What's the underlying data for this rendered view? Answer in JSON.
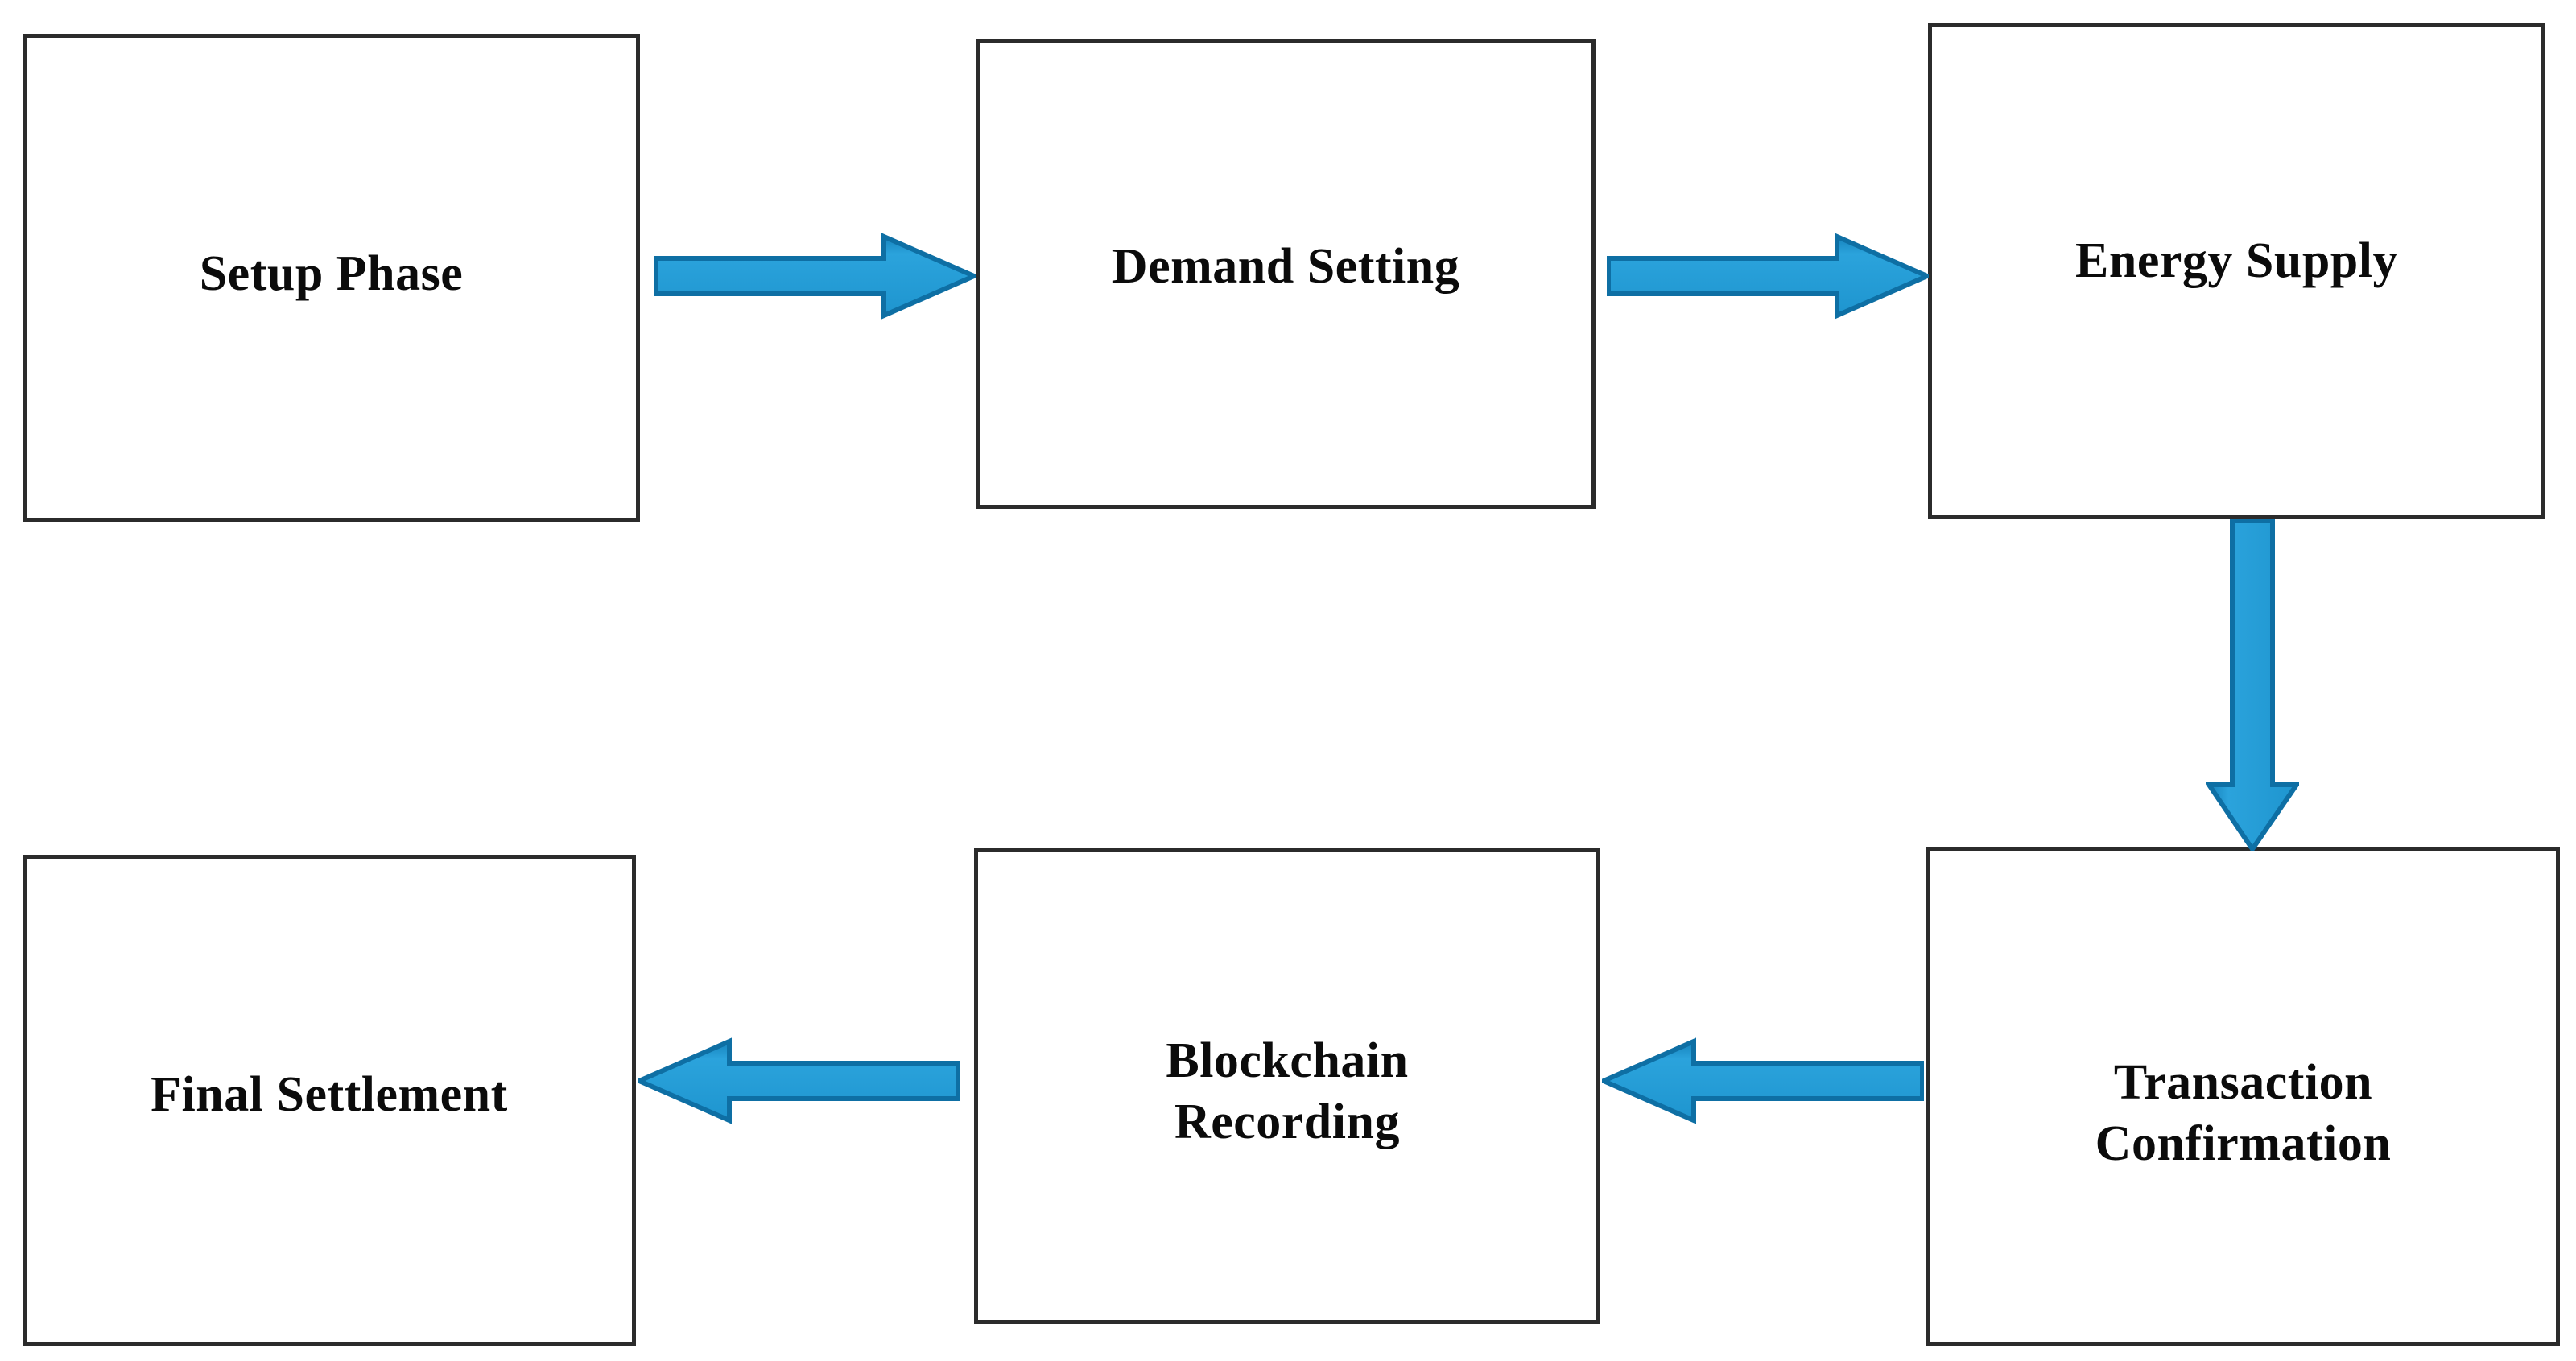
{
  "diagram": {
    "type": "process-flowchart",
    "orientation": "two-row-serpentine",
    "background_color": "#FFFFFF",
    "node_border_color": "#2B2B2B",
    "node_fill_color": "#FFFFFF",
    "node_text_color": "#0B0B0B",
    "arrow_fill_color": "#1F94CC",
    "arrow_fill_light": "#2BA3DC",
    "arrow_stroke_color": "#0E6FA4",
    "nodes": [
      {
        "id": "setup-phase",
        "label": "Setup Phase",
        "order": 1
      },
      {
        "id": "demand-setting",
        "label": "Demand Setting",
        "order": 2
      },
      {
        "id": "energy-supply",
        "label": "Energy Supply",
        "order": 3
      },
      {
        "id": "transaction-confirmation",
        "label": "Transaction\nConfirmation",
        "order": 4
      },
      {
        "id": "blockchain-recording",
        "label": "Blockchain\nRecording",
        "order": 5
      },
      {
        "id": "final-settlement",
        "label": "Final Settlement",
        "order": 6
      }
    ],
    "edges": [
      {
        "id": "setup-to-demand",
        "from": "setup-phase",
        "to": "demand-setting",
        "direction": "right"
      },
      {
        "id": "demand-to-energy",
        "from": "demand-setting",
        "to": "energy-supply",
        "direction": "right"
      },
      {
        "id": "energy-to-transaction",
        "from": "energy-supply",
        "to": "transaction-confirmation",
        "direction": "down"
      },
      {
        "id": "transaction-to-blockchain",
        "from": "transaction-confirmation",
        "to": "blockchain-recording",
        "direction": "left"
      },
      {
        "id": "blockchain-to-final",
        "from": "blockchain-recording",
        "to": "final-settlement",
        "direction": "left"
      }
    ]
  }
}
